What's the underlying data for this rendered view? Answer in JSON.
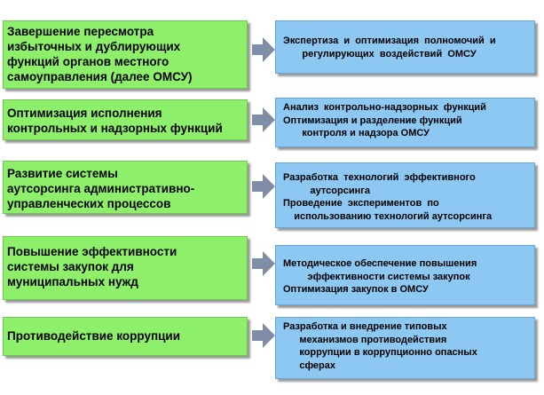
{
  "rows": [
    {
      "left_text": "           Завершение пересмотра\nизбыточных и дублирующих\n            функций органов местного\nсамоуправления (далее ОМСУ)",
      "right_lines": [
        "Экспертиза  и  оптимизация  полномочий  и",
        "       регулирующих  воздействий  ОМСУ"
      ]
    },
    {
      "left_text": "          Оптимизация исполнения\nконтрольных и надзорных функций",
      "right_lines": [
        "Анализ  контрольно-надзорных  функций",
        "Оптимизация и разделение функций",
        "       контроля и надзора ОМСУ"
      ]
    },
    {
      "left_text": "           Развитие системы\nаутсорсинга административно-\nуправленческих процессов",
      "right_lines": [
        "Разработка  технологий  эффективного",
        "          аутсорсинга",
        "Проведение  экспериментов  по",
        "    использованию технологий аутсорсинга"
      ]
    },
    {
      "left_text": "           Повышение эффективности\nсистемы закупок для\nмуниципальных нужд",
      "right_lines": [
        "Методическое обеспечение повышения",
        "         эффективности системы закупок",
        "Оптимизация закупок в ОМСУ"
      ]
    },
    {
      "left_text": "           Противодействие коррупции",
      "right_lines": [
        "Разработка и внедрение типовых",
        "      механизмов противодействия",
        "      коррупции в коррупционно опасных",
        "      сферах"
      ]
    }
  ],
  "colors": {
    "left_fill": "#8ef06a",
    "right_fill": "#8cc8f2",
    "arrow_fill": "#7f8ea6"
  }
}
